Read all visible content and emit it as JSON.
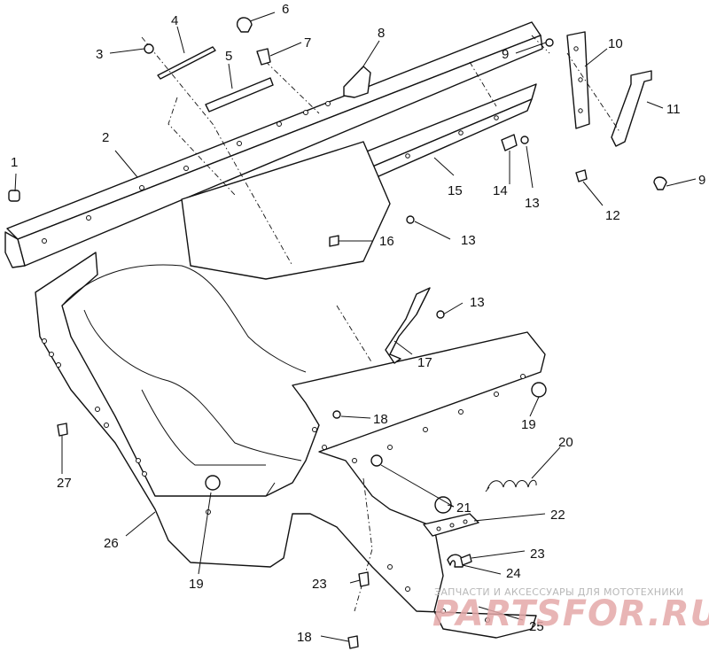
{
  "diagram": {
    "callouts": {
      "c1": "1",
      "c2": "2",
      "c3": "3",
      "c4": "4",
      "c5": "5",
      "c6": "6",
      "c7": "7",
      "c8": "8",
      "c9a": "9",
      "c9b": "9",
      "c10": "10",
      "c11": "11",
      "c12": "12",
      "c13a": "13",
      "c13b": "13",
      "c13c": "13",
      "c14": "14",
      "c15": "15",
      "c16": "16",
      "c17": "17",
      "c18a": "18",
      "c18b": "18",
      "c19a": "19",
      "c19b": "19",
      "c20": "20",
      "c21": "21",
      "c22": "22",
      "c23a": "23",
      "c23b": "23",
      "c24": "24",
      "c25": "25",
      "c26": "26",
      "c27": "27"
    }
  },
  "watermark": {
    "caption": "ЗАПЧАСТИ И АКСЕССУАРЫ ДЛЯ МОТОТЕХНИКИ",
    "logo": "PARTSFOR.RU"
  }
}
